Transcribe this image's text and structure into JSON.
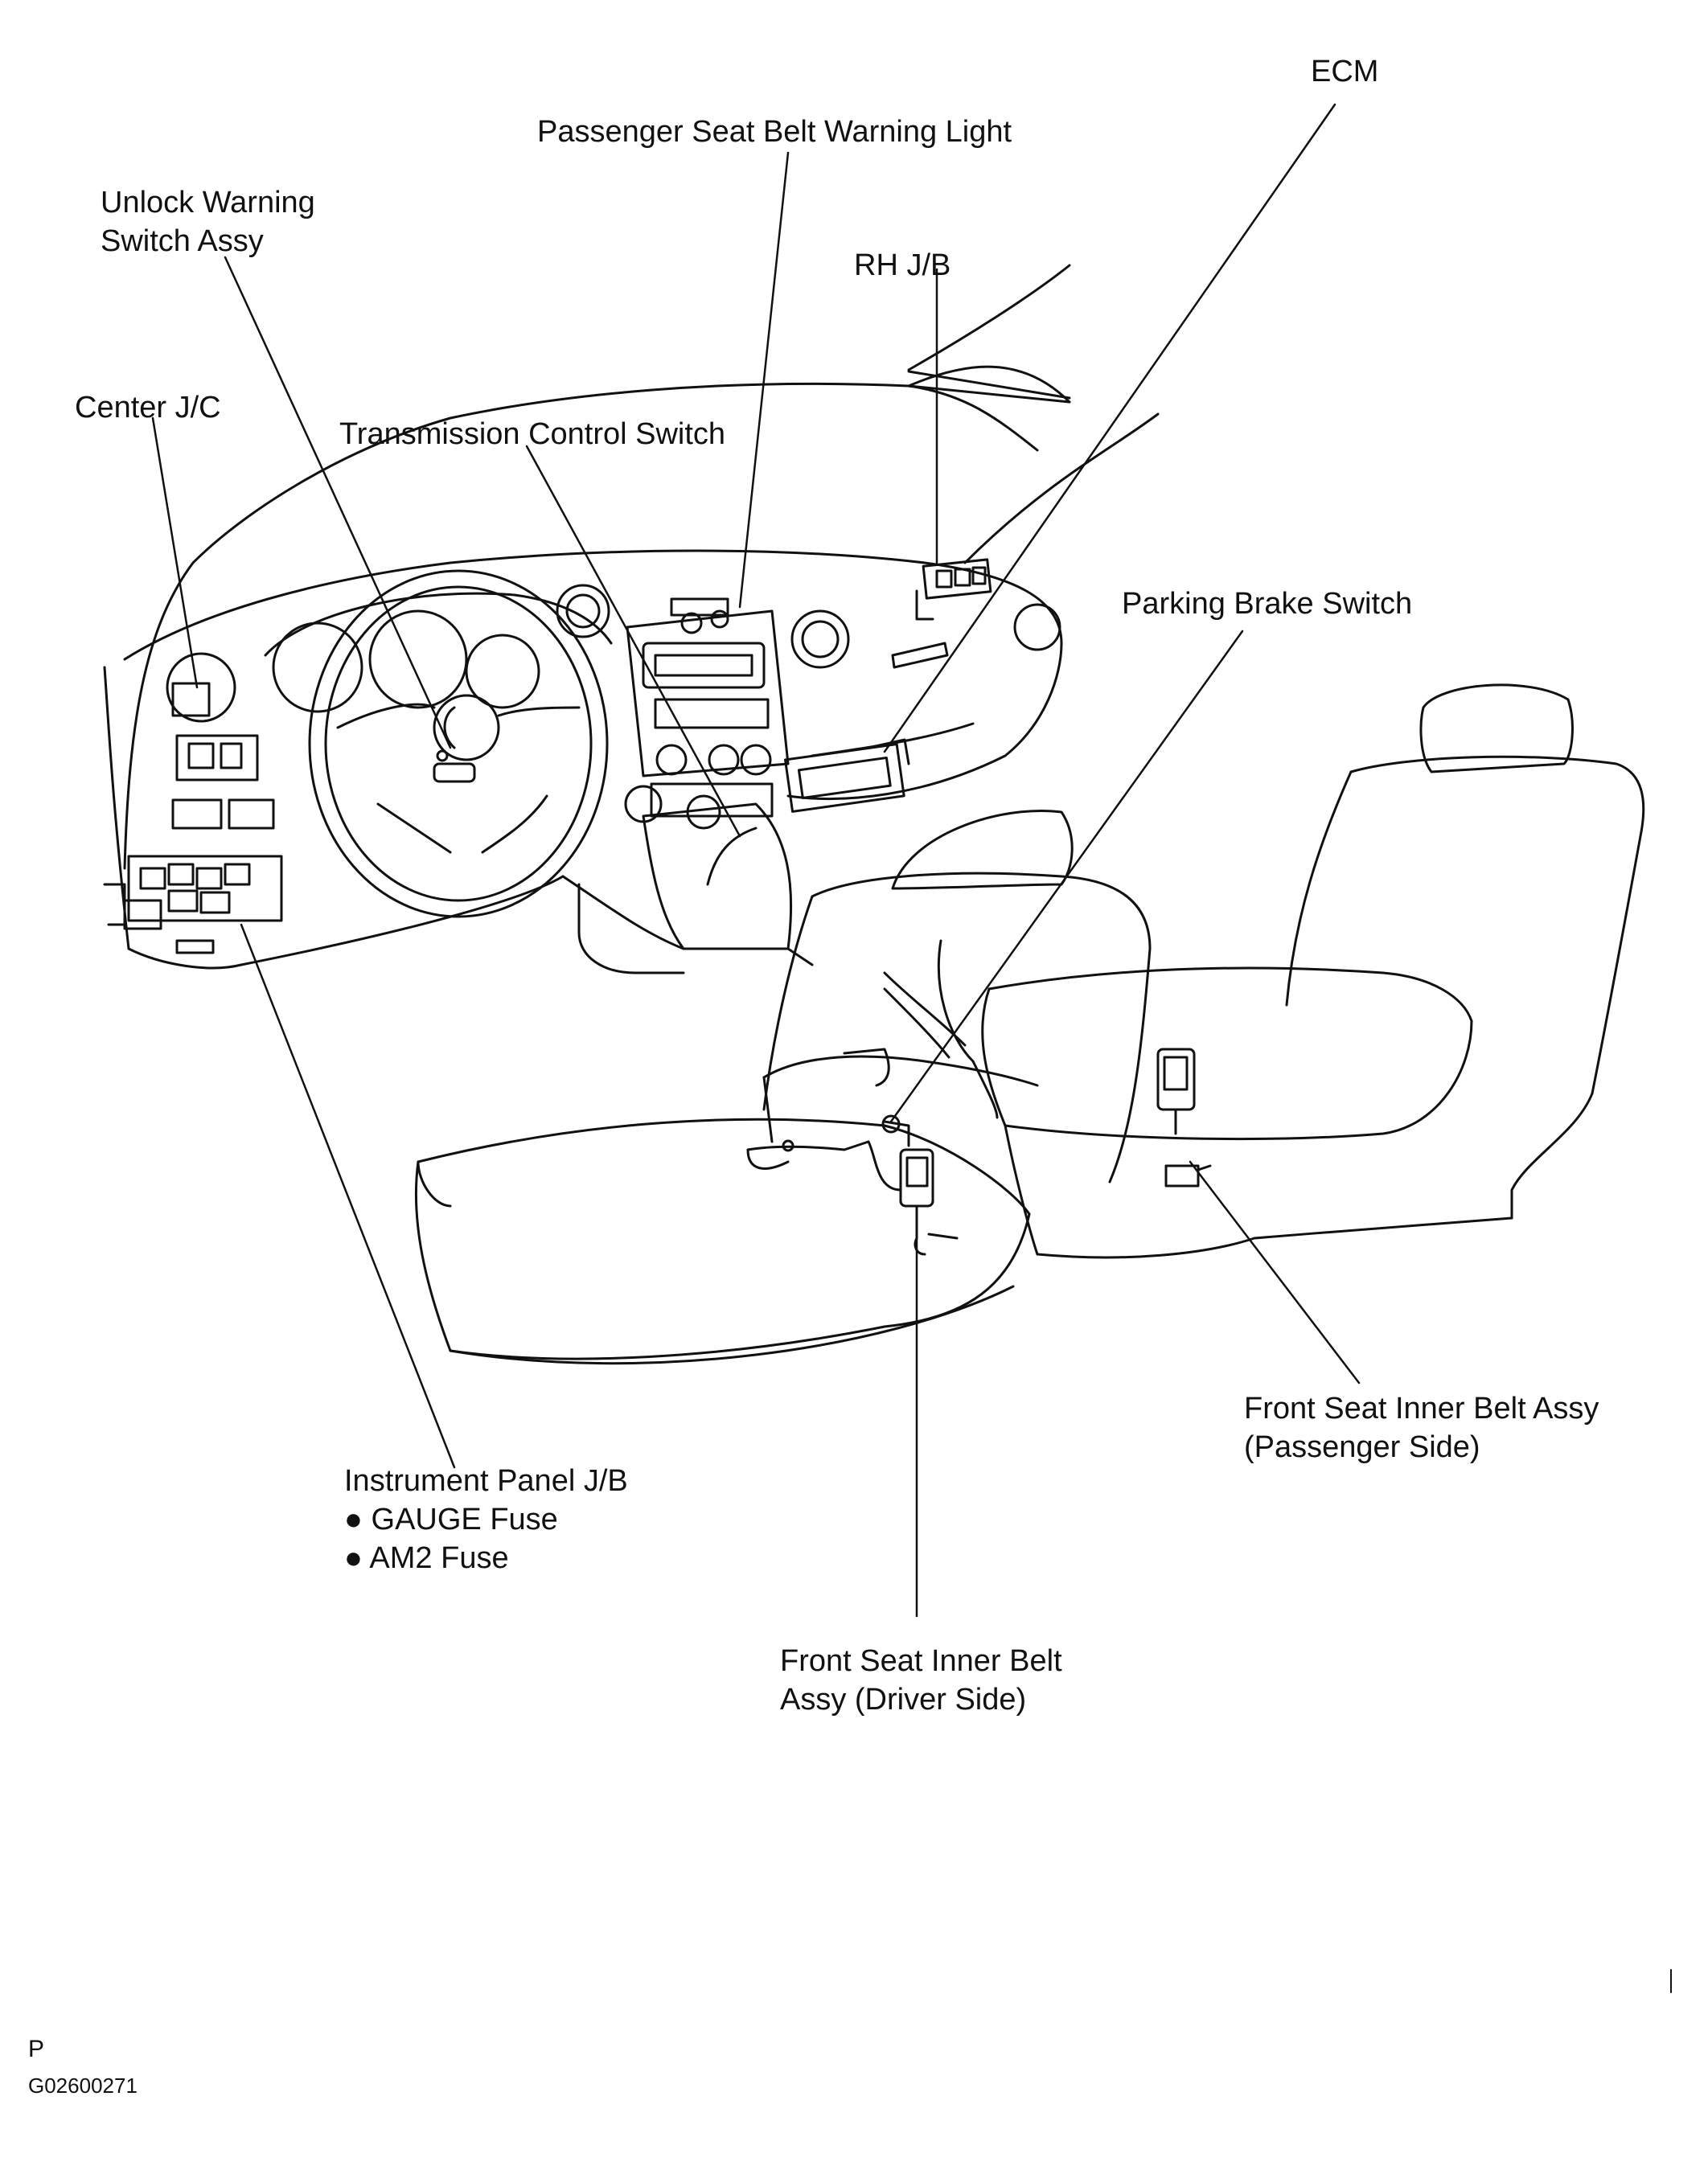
{
  "labels": {
    "ecm": "ECM",
    "passenger_seat_belt_warning_light": "Passenger Seat Belt Warning Light",
    "unlock_warning_line1": "Unlock Warning",
    "unlock_warning_line2": "Switch Assy",
    "rh_jb": "RH J/B",
    "center_jc": "Center J/C",
    "transmission_control_switch": "Transmission Control Switch",
    "parking_brake_switch": "Parking Brake Switch",
    "front_seat_passenger_line1": "Front Seat Inner Belt Assy",
    "front_seat_passenger_line2": "(Passenger Side)",
    "instrument_panel_jb": "Instrument Panel J/B",
    "gauge_fuse": "● GAUGE Fuse",
    "am2_fuse": "● AM2 Fuse",
    "front_seat_driver_line1": "Front Seat Inner Belt",
    "front_seat_driver_line2": "Assy (Driver Side)"
  },
  "footer": {
    "page_letter": "P",
    "figure_code": "G02600271"
  }
}
